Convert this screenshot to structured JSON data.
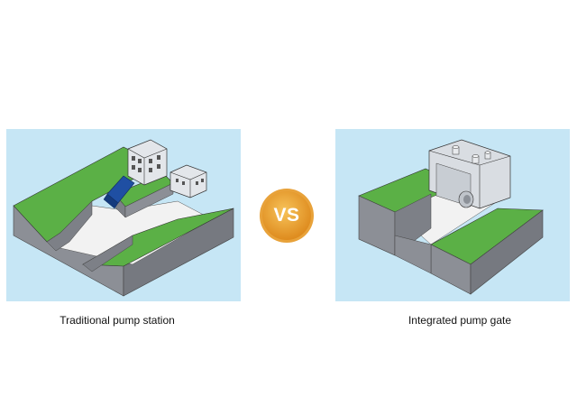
{
  "left": {
    "caption": "Traditional pump station"
  },
  "right": {
    "caption": "Integrated pump gate"
  },
  "badge": {
    "text": "VS",
    "color_outer": "#d9821c",
    "color_inner": "#f5b640"
  },
  "colors": {
    "panel_bg": "#c6e6f5",
    "grass": "#5bb046",
    "wall": "#8c8f96",
    "channel": "#f2f2f2",
    "building": "#e3e6ea",
    "pump_blue": "#1f4fa3"
  }
}
